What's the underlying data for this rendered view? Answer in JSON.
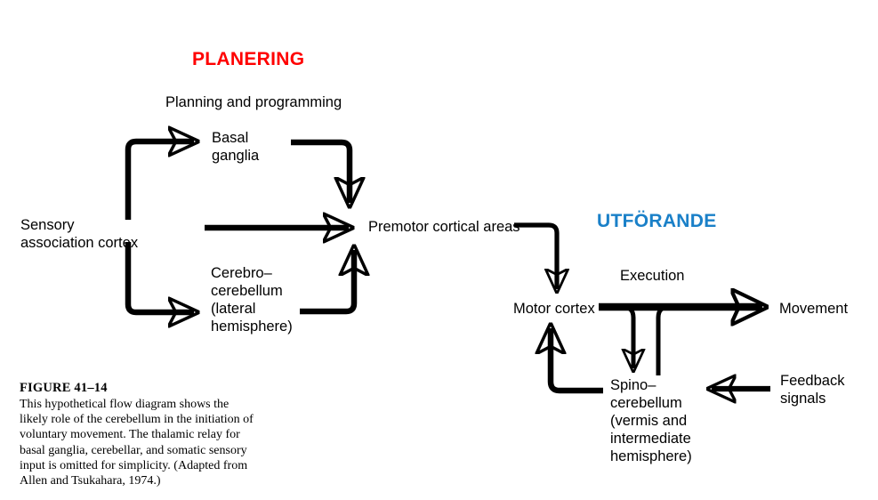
{
  "figure": {
    "caption_title": "FIGURE  41–14",
    "caption_body": "This hypothetical flow diagram shows the likely role of the cerebellum in the initiation of voluntary movement. The thalamic relay for basal ganglia, cerebellar, and somatic sensory input is omitted for simplicity. (Adapted from Allen and Tsukahara, 1974.)"
  },
  "headings": {
    "planning": "PLANERING",
    "execution": "UTFÖRANDE",
    "planning_color": "#ff0000",
    "execution_color": "#1a80c8"
  },
  "chart_data": {
    "type": "diagram",
    "title": "FIGURE 41–14",
    "subtitle": "Hypothetical flow diagram of the role of the cerebellum in initiation of voluntary movement",
    "groups": [
      {
        "id": "planning",
        "label": "PLANERING",
        "color": "#ff0000",
        "stage_label": "Planning and programming"
      },
      {
        "id": "execution",
        "label": "UTFÖRANDE",
        "color": "#1a80c8",
        "stage_label": "Execution"
      }
    ],
    "nodes": [
      {
        "id": "sensory",
        "label": "Sensory\nassociation cortex",
        "group": "planning"
      },
      {
        "id": "basal",
        "label": "Basal\nganglia",
        "group": "planning"
      },
      {
        "id": "cerebro",
        "label": "Cerebro–\ncerebellum\n(lateral\nhemisphere)",
        "group": "planning"
      },
      {
        "id": "premotor",
        "label": "Premotor cortical areas",
        "group": "planning"
      },
      {
        "id": "motor",
        "label": "Motor cortex",
        "group": "execution"
      },
      {
        "id": "spino",
        "label": "Spino–\ncerebellum\n(vermis and\nintermediate\nhemisphere)",
        "group": "execution"
      },
      {
        "id": "movement",
        "label": "Movement",
        "group": "execution"
      },
      {
        "id": "feedback",
        "label": "Feedback\nsignals",
        "group": "execution"
      }
    ],
    "edges": [
      {
        "from": "sensory",
        "to": "basal",
        "arrow": true,
        "style": "elbow-up"
      },
      {
        "from": "sensory",
        "to": "premotor",
        "arrow": true,
        "style": "straight"
      },
      {
        "from": "sensory",
        "to": "cerebro",
        "arrow": true,
        "style": "elbow-down"
      },
      {
        "from": "basal",
        "to": "premotor",
        "arrow": true,
        "style": "elbow"
      },
      {
        "from": "cerebro",
        "to": "premotor",
        "arrow": true,
        "style": "elbow"
      },
      {
        "from": "premotor",
        "to": "motor",
        "arrow": true,
        "style": "elbow"
      },
      {
        "from": "motor",
        "to": "movement",
        "arrow": true,
        "style": "straight-thick"
      },
      {
        "from": "motor",
        "to": "spino",
        "arrow": true,
        "style": "branch-down"
      },
      {
        "from": "spino",
        "to": "movement",
        "arrow": false,
        "style": "branch-up"
      },
      {
        "from": "spino",
        "to": "motor",
        "arrow": true,
        "style": "elbow-up"
      },
      {
        "from": "feedback",
        "to": "spino",
        "arrow": true,
        "style": "straight-left"
      }
    ],
    "labels": {
      "planning_stage": "Planning and programming",
      "execution_stage": "Execution"
    }
  },
  "nodes": {
    "planning_stage": "Planning and programming",
    "basal_ganglia": "Basal\nganglia",
    "sensory_cortex": "Sensory\nassociation cortex",
    "cerebro_cerebellum": "Cerebro–\ncerebellum\n(lateral\nhemisphere)",
    "premotor": "Premotor cortical areas",
    "execution_stage": "Execution",
    "motor_cortex": "Motor cortex",
    "movement": "Movement",
    "spino_cerebellum": "Spino–\ncerebellum\n(vermis and\nintermediate\nhemisphere)",
    "feedback_signals": "Feedback\nsignals"
  }
}
